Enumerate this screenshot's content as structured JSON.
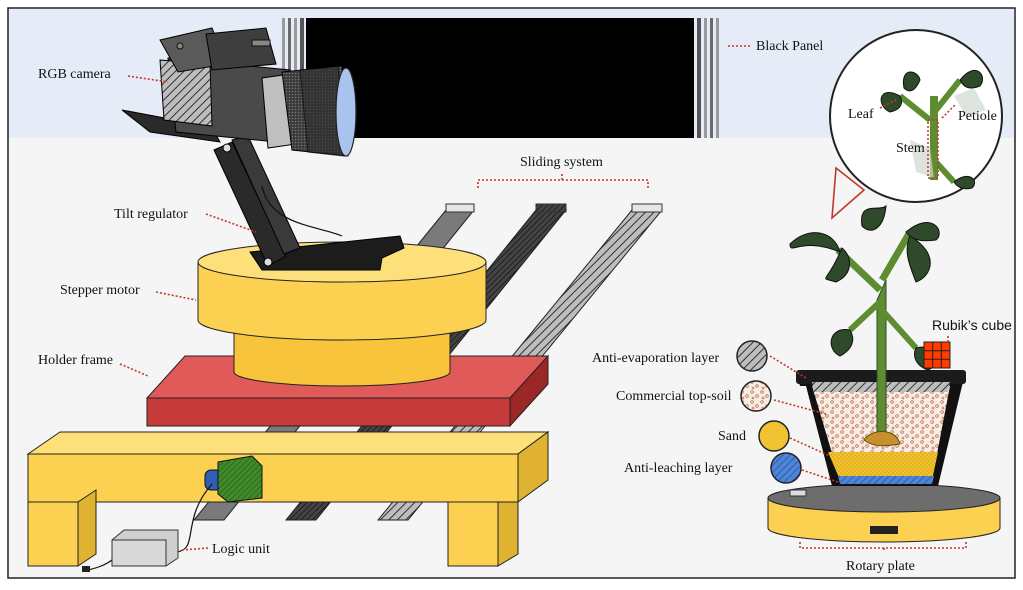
{
  "labels": {
    "rgb_camera": "RGB camera",
    "black_panel": "Black Panel",
    "sliding_system": "Sliding system",
    "tilt_regulator": "Tilt regulator",
    "stepper_motor": "Stepper motor",
    "holder_frame": "Holder frame",
    "logic_unit": "Logic unit",
    "leaf": "Leaf",
    "petiole": "Petiole",
    "stem": "Stem",
    "rubiks_cube": "Rubik’s cube",
    "anti_evaporation_layer": "Anti-evaporation layer",
    "commercial_top_soil": "Commercial top-soil",
    "sand": "Sand",
    "anti_leaching_layer": "Anti-leaching layer",
    "rotary_plate": "Rotary plate"
  },
  "colors": {
    "background": "#f5f5f5",
    "sky_band": "#e6ecf7",
    "yellow": "#fcd152",
    "red": "#d64a4a",
    "plant_green": "#5e8c31",
    "leaf_dark": "#2f4a2a",
    "leader_red": "#c0392b",
    "sand": "#e7b416",
    "anti_leach": "#3b74c7",
    "camera_body": "#4a4a4a"
  }
}
